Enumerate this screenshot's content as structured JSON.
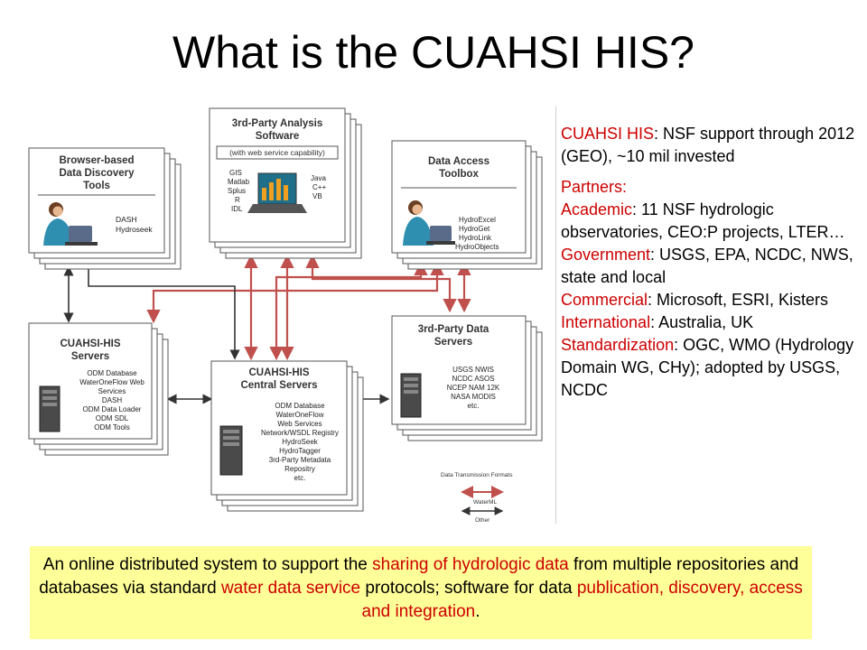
{
  "title": "What is the CUAHSI HIS?",
  "diagram": {
    "browser_box": {
      "title_lines": [
        "Browser-based",
        "Data Discovery",
        "Tools"
      ],
      "items": [
        "DASH",
        "Hydroseek"
      ]
    },
    "analysis_box": {
      "title_lines": [
        "3rd-Party Analysis",
        "Software"
      ],
      "subtitle": "(with web service capability)",
      "left_items": [
        "GIS",
        "Matlab",
        "Splus",
        "R",
        "IDL"
      ],
      "right_items": [
        "Java",
        "C++",
        "VB"
      ]
    },
    "access_box": {
      "title_lines": [
        "Data Access",
        "Toolbox"
      ],
      "items": [
        "HydroExcel",
        "HydroGet",
        "HydroLink",
        "HydroObjects"
      ]
    },
    "his_servers_box": {
      "title_lines": [
        "CUAHSI-HIS",
        "Servers"
      ],
      "items": [
        "ODM Database",
        "WaterOneFlow Web",
        "Services",
        "DASH",
        "ODM Data Loader",
        "ODM SDL",
        "ODM Tools"
      ]
    },
    "central_box": {
      "title_lines": [
        "CUAHSI-HIS",
        "Central Servers"
      ],
      "items": [
        "ODM Database",
        "WaterOneFlow",
        "Web Services",
        "Network/WSDL Registry",
        "HydroSeek",
        "HydroTagger",
        "3rd-Party Metadata",
        "Repositry",
        "etc."
      ]
    },
    "thirdparty_box": {
      "title_lines": [
        "3rd-Party Data",
        "Servers"
      ],
      "items": [
        "USGS NWIS",
        "NCDC ASOS",
        "NCEP NAM 12K",
        "NASA MODIS",
        "etc."
      ]
    },
    "legend": {
      "title": "Data Transmission Formats",
      "waterml": "WaterML",
      "other": "Other"
    },
    "colors": {
      "waterml": "#c0504d",
      "other": "#333333"
    }
  },
  "side": {
    "his_label": "CUAHSI HIS",
    "his_text": ": NSF support through 2012 (GEO), ~10 mil invested",
    "partners_label": "Partners:",
    "academic_label": "Academic",
    "academic_text": ":  11 NSF hydrologic observatories, CEO:P projects, LTER…",
    "government_label": "Government",
    "government_text": ": USGS, EPA, NCDC, NWS, state  and local",
    "commercial_label": "Commercial",
    "commercial_text": ": Microsoft, ESRI, Kisters",
    "international_label": "International",
    "international_text": ": Australia, UK",
    "standardization_label": "Standardization",
    "standardization_text": ": OGC, WMO (Hydrology Domain WG, CHy); adopted by USGS, NCDC"
  },
  "bottom": {
    "p1": "An online distributed system to support the ",
    "h1": "sharing of hydrologic data",
    "p2": " from multiple repositories and databases via standard ",
    "h2": "water data service",
    "p3": " protocols; software for data ",
    "h3": "publication, discovery, access and integration",
    "p4": "."
  },
  "accent": "#cc0000",
  "banner_bg": "#ffff99"
}
